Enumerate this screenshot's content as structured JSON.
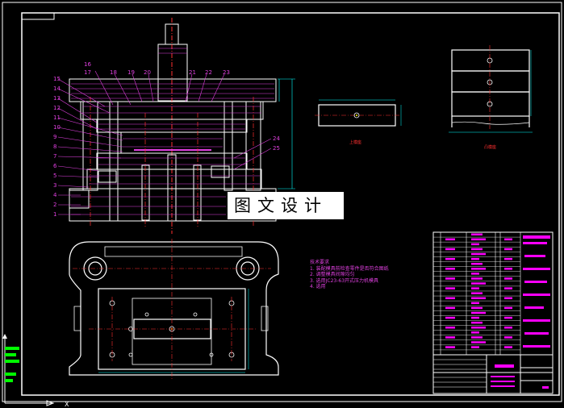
{
  "watermark": "图文设计",
  "part_numbers": [
    "1",
    "2",
    "3",
    "4",
    "5",
    "6",
    "7",
    "8",
    "9",
    "10",
    "11",
    "12",
    "13",
    "14",
    "15",
    "16",
    "17",
    "18",
    "19",
    "20",
    "21",
    "22",
    "23",
    "24",
    "25"
  ],
  "views": {
    "top_view_label": "上模座",
    "side_view_label": "凸模座"
  },
  "notes": {
    "title": "技术要求",
    "items": [
      "1. 装配模具前检查零件是否符合图纸",
      "2. 调整模具间隙均匀",
      "3. 选用JC23-63开式压力机模具",
      "4. 选用"
    ]
  },
  "colors": {
    "background": "#000000",
    "lines": "#ffffff",
    "centerlines": "#ff3030",
    "dimensions": "#00ffff",
    "leaders": "#e040e0",
    "hatch": "#e040e0",
    "text_magenta": "#ff00ff",
    "axis_green": "#00ff00"
  }
}
